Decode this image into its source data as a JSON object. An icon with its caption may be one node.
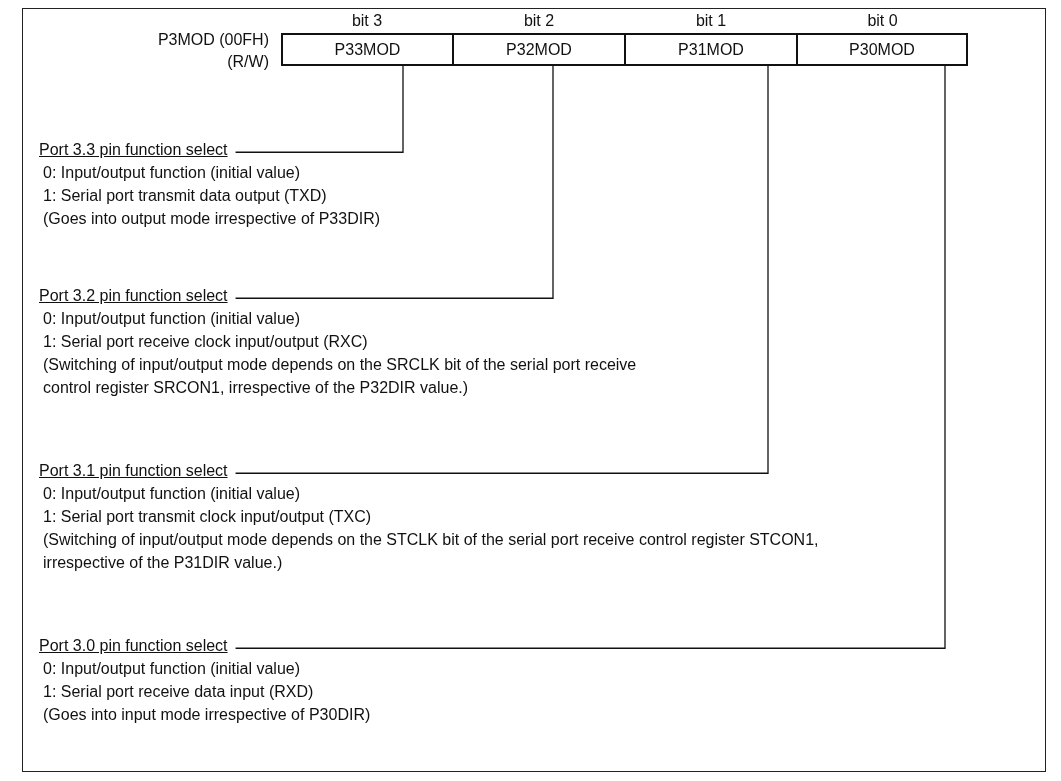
{
  "diagram": {
    "nodes": [
      {
        "text": [
          "P33MOD"
        ],
        "beside": [
          "bit 3"
        ]
      },
      {
        "text": [
          "P32MOD"
        ],
        "beside": [
          "bit 2"
        ]
      },
      {
        "text": [
          "P31MOD"
        ],
        "beside": [
          "bit 1"
        ]
      },
      {
        "text": [
          "P30MOD"
        ],
        "beside": [
          "bit 0"
        ]
      },
      {
        "text": [
          "Port 3.3 pin function select"
        ],
        "beside": [
          "0: Input/output function (initial value)",
          "1: Serial port transmit data output (TXD)",
          "(Goes into output mode irrespective of P33DIR)"
        ]
      },
      {
        "text": [
          "Port 3.2 pin function select"
        ],
        "beside": [
          "0: Input/output function (initial value)",
          "1: Serial port receive clock input/output (RXC)",
          "(Switching of input/output mode depends on the SRCLK bit of the serial port receive control register SRCON1, irrespective of the P32DIR value.)"
        ]
      },
      {
        "text": [
          "Port 3.1 pin function select"
        ],
        "beside": [
          "0: Input/output function (initial value)",
          "1: Serial port transmit clock input/output (TXC)",
          "(Switching of input/output mode depends on the STCLK bit of the serial port receive control register STCON1, irrespective of the P31DIR value.)"
        ]
      },
      {
        "text": [
          "Port 3.0 pin function select"
        ],
        "beside": [
          "0: Input/output function (initial value)",
          "1: Serial port receive data input (RXD)",
          "(Goes into input mode irrespective of P30DIR)"
        ]
      }
    ],
    "edges": [
      {
        "from": 0,
        "to": 4,
        "arrow": "none"
      },
      {
        "from": 1,
        "to": 5,
        "arrow": "none"
      },
      {
        "from": 2,
        "to": 6,
        "arrow": "none"
      },
      {
        "from": 3,
        "to": 7,
        "arrow": "none"
      }
    ],
    "labels": [
      "P3MOD (00FH)",
      "(R/W)"
    ]
  }
}
